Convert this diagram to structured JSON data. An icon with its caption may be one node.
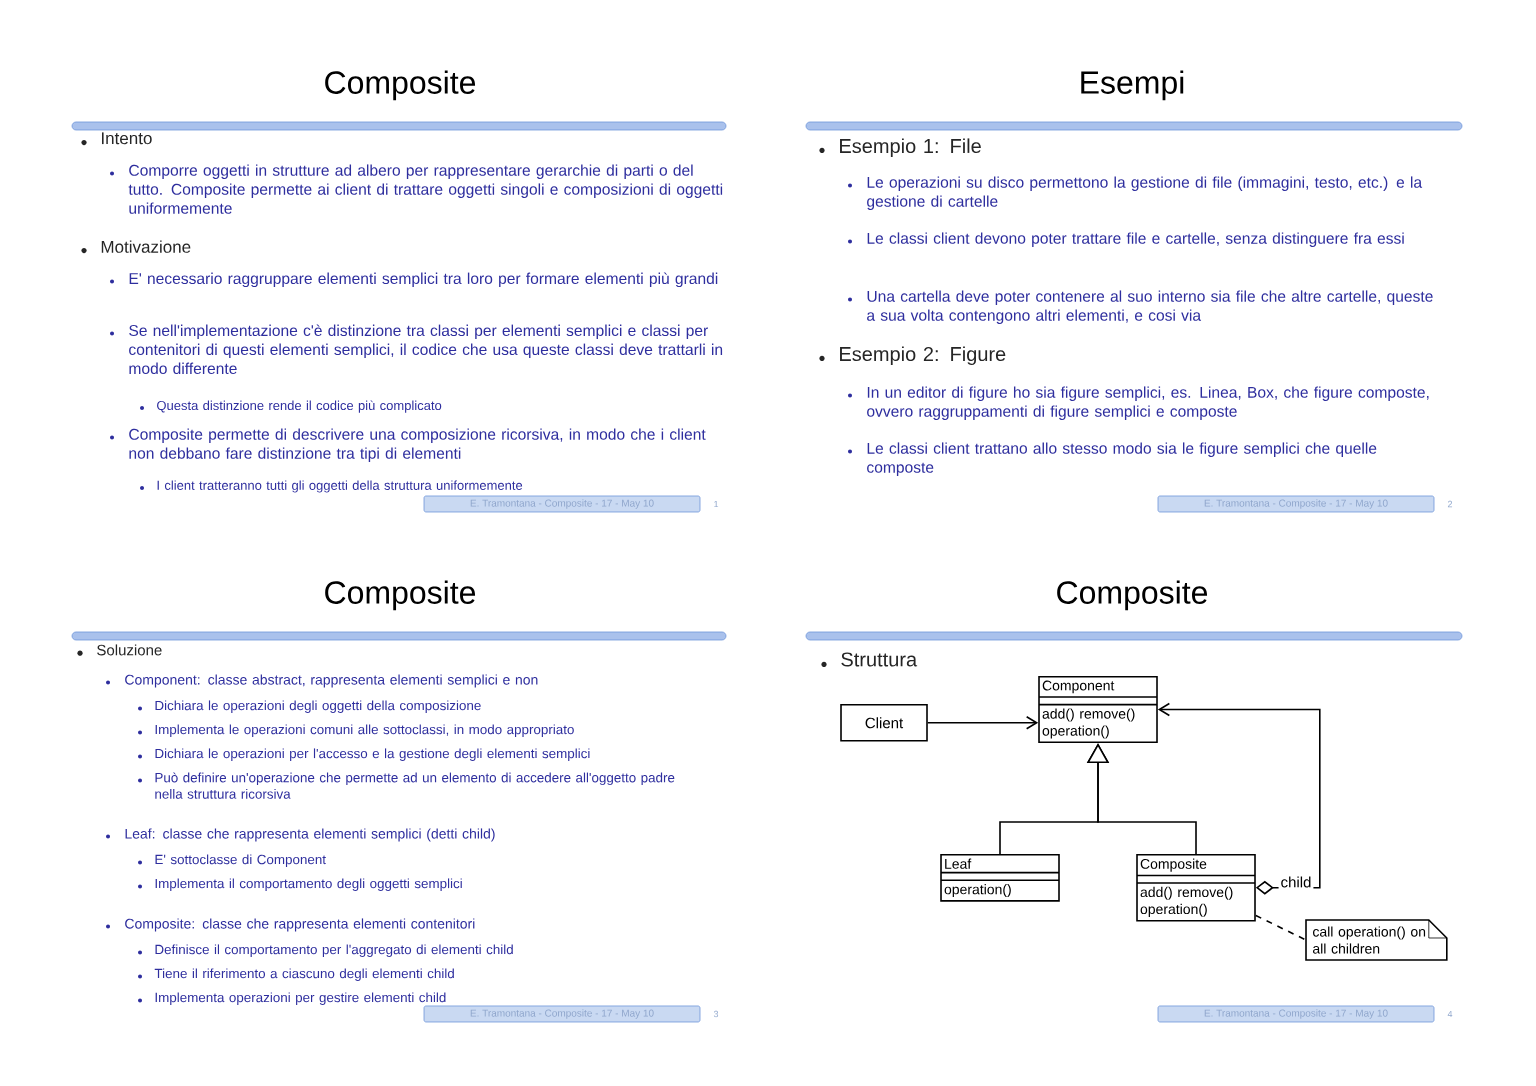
{
  "diagram": {
    "nodes": [
      {
        "text": [
          "Client"
        ]
      },
      {
        "text": [
          "Component",
          "add() remove() operation()"
        ]
      },
      {
        "text": [
          "Leaf",
          "operation()"
        ]
      },
      {
        "text": [
          "Composite",
          "add() remove() operation()"
        ]
      },
      {
        "text": [
          "call operation() on all children"
        ]
      }
    ],
    "edges": [
      {
        "from": 0,
        "to": 1,
        "arrow": "to"
      },
      {
        "from": 2,
        "to": 1,
        "arrow": "to"
      },
      {
        "from": 3,
        "to": 1,
        "arrow": "to"
      },
      {
        "from": 3,
        "to": 1,
        "arrow": "to",
        "label": "child"
      },
      {
        "from": 3,
        "to": 4,
        "arrow": "none",
        "style": "dashed"
      }
    ],
    "labels": [
      "Composite",
      "Intento",
      "Comporre oggetti in strutture ad albero per rappresentare gerarchie di parti o del tutto. Composite permette ai client di trattare oggetti singoli e composizioni di oggetti uniformemente",
      "Motivazione",
      "E' necessario raggruppare elementi semplici tra loro per formare elementi più grandi",
      "Se nell'implementazione c'è distinzione tra classi per elementi semplici e classi per contenitori di questi elementi semplici, il codice che usa queste classi deve trattarli in modo differente",
      "Questa distinzione rende il codice più complicato",
      "Composite permette di descrivere una composizione ricorsiva, in modo che i client non debbano fare distinzione tra tipi di elementi",
      "I client tratteranno tutti gli oggetti della struttura uniformemente",
      "E. Tramontana - Composite - 17 - May 10",
      "1",
      "Esempi",
      "Esempio 1: File",
      "Le operazioni su disco permettono la gestione di file (immagini, testo, etc.) e la gestione di cartelle",
      "Le classi client devono poter trattare file e cartelle, senza distinguere fra essi",
      "Una cartella deve poter contenere al suo interno sia file che altre cartelle, queste a sua volta contengono altri elementi, e cosi via",
      "Esempio 2: Figure",
      "In un editor di figure ho sia figure semplici, es. Linea, Box, che figure composte, ovvero raggruppamenti di figure semplici e composte",
      "Le classi client trattano allo stesso modo sia le figure semplici che quelle composte",
      "E. Tramontana - Composite - 17 - May 10",
      "2",
      "Composite",
      "Soluzione",
      "Component: classe abstract, rappresenta elementi semplici e non",
      "Dichiara le operazioni degli oggetti della composizione",
      "Implementa le operazioni comuni alle sottoclassi, in modo appropriato",
      "Dichiara le operazioni per l'accesso e la gestione degli elementi semplici",
      "Può definire un'operazione che permette ad un elemento di accedere all'oggetto padre nella struttura ricorsiva",
      "Leaf: classe che rappresenta elementi semplici (detti child)",
      "E' sottoclasse di Component",
      "Implementa il comportamento degli oggetti semplici",
      "Composite: classe che rappresenta elementi contenitori",
      "Definisce il comportamento per l'aggregato di elementi child",
      "Tiene il riferimento a ciascuno degli elementi child",
      "Implementa operazioni per gestire elementi child",
      "E. Tramontana - Composite - 17 - May 10",
      "3",
      "Composite",
      "Struttura",
      "E. Tramontana - Composite - 17 - May 10",
      "4"
    ]
  }
}
